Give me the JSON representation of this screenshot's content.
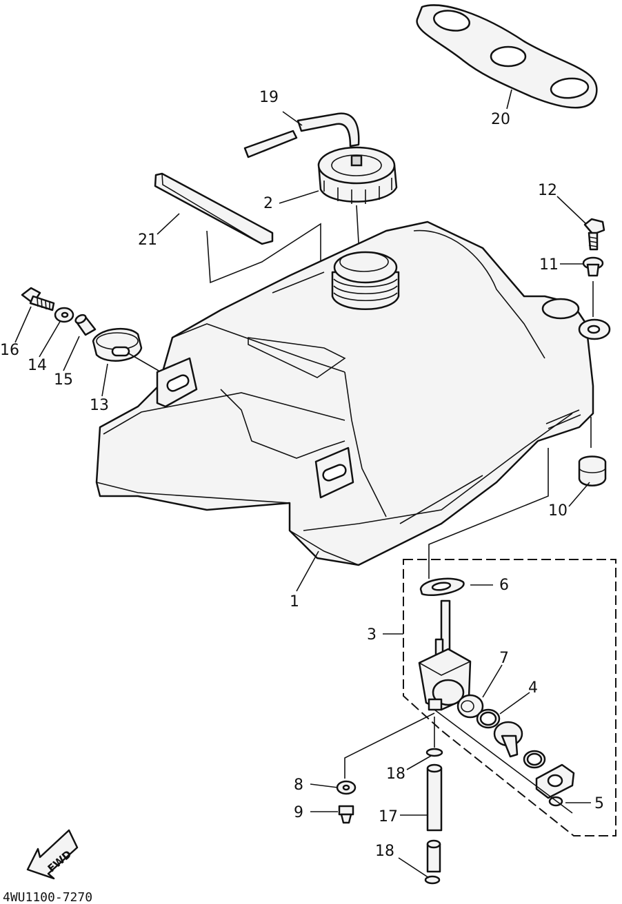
{
  "diagram": {
    "drawing_code": "4WU1100-7270",
    "fwd_label": "FWD",
    "callouts": [
      {
        "id": "c1",
        "label": "1"
      },
      {
        "id": "c2",
        "label": "2"
      },
      {
        "id": "c3",
        "label": "3"
      },
      {
        "id": "c4",
        "label": "4"
      },
      {
        "id": "c5",
        "label": "5"
      },
      {
        "id": "c6",
        "label": "6"
      },
      {
        "id": "c7",
        "label": "7"
      },
      {
        "id": "c8",
        "label": "8"
      },
      {
        "id": "c9",
        "label": "9"
      },
      {
        "id": "c10",
        "label": "10"
      },
      {
        "id": "c11",
        "label": "11"
      },
      {
        "id": "c12",
        "label": "12"
      },
      {
        "id": "c13",
        "label": "13"
      },
      {
        "id": "c14",
        "label": "14"
      },
      {
        "id": "c15",
        "label": "15"
      },
      {
        "id": "c16",
        "label": "16"
      },
      {
        "id": "c17",
        "label": "17"
      },
      {
        "id": "c18a",
        "label": "18"
      },
      {
        "id": "c18b",
        "label": "18"
      },
      {
        "id": "c19",
        "label": "19"
      },
      {
        "id": "c20",
        "label": "20"
      },
      {
        "id": "c21",
        "label": "21"
      }
    ]
  }
}
